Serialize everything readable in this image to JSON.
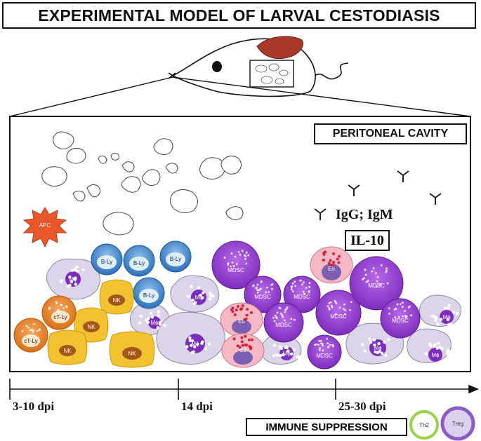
{
  "title": "EXPERIMENTAL MODEL OF LARVAL CESTODIASIS",
  "location_label": "PERITONEAL CAVITY",
  "antibodies_label": "IgG; IgM",
  "cytokine_label": "IL-10",
  "timeline": {
    "points": [
      "3-10 dpi",
      "14 dpi",
      "25-30 dpi"
    ]
  },
  "outcome_label": "IMMUNE SUPPRESSION",
  "cell_labels": {
    "apc": "APC",
    "b_ly": "B-Ly",
    "nk": "NK",
    "ct_ly": "cT-Ly",
    "macrophage": "Mϕ",
    "mdsc": "MDSC",
    "eo": "Eo",
    "th2": "Th2",
    "treg": "Treg"
  },
  "colors": {
    "b_ly": "#3a7fc8",
    "nk": "#f2c230",
    "ct_ly": "#e8852a",
    "mdsc": "#9b3fd6",
    "eo": "#f6b8c4",
    "macrophage": "#d9d3e6",
    "apc": "#e8582a",
    "th2": "#9ad24a",
    "treg": "#8e5cc7"
  }
}
